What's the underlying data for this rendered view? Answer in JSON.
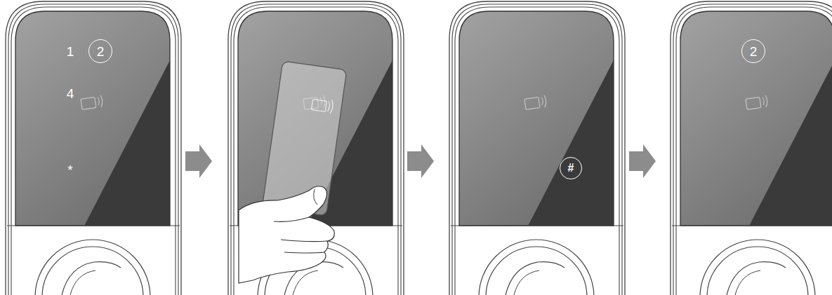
{
  "diagram": {
    "nodes": [
      {
        "text": [
          "2"
        ]
      },
      {
        "text": [
          "#"
        ]
      },
      {
        "text": [
          "2"
        ]
      }
    ],
    "labels": [
      "1",
      "4",
      "*"
    ]
  }
}
